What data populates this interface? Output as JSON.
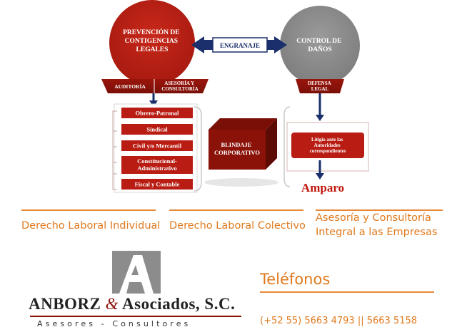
{
  "diagram": {
    "left_circle": "PREVENCIÓN DE CONTIGENCIAS LEGALES",
    "right_circle": "CONTROL DE DAÑOS",
    "link_label": "ENGRANAJE",
    "left_tabs": [
      "AUDITORÍA",
      "ASESORÍA Y CONSULTORÍA"
    ],
    "right_tab": "DEFENSA LEGAL",
    "branches": [
      "Obrero-Patronal",
      "Sindical",
      "Civil y/o Mercantil",
      "Constitucional-Administrativo",
      "Fiscal y Contable"
    ],
    "center_box": "BLINDAJE CORPORATIVO",
    "litigation_box": "Litigio ante las Autoridades correspondientes",
    "outcome": "Amparo"
  },
  "columns": [
    {
      "title": "Derecho Laboral Individual"
    },
    {
      "title": "Derecho Laboral Colectivo"
    },
    {
      "title_line1": "Asesoría y Consultoría",
      "title_line2": "Integral a las Empresas"
    }
  ],
  "company": {
    "name_part1": "ANBORZ",
    "ampersand": "&",
    "name_part2": "Asociados, S.C.",
    "tagline": "Asesores - Consultores"
  },
  "contact": {
    "heading": "Teléfonos",
    "phones": "(+52 55) 5663 4793 || 5663 5158"
  },
  "colors": {
    "red": "#b81c12",
    "dark_red": "#8a1209",
    "navy": "#1a2f6b",
    "gray": "#8c8c8c",
    "orange": "#e07a1e"
  }
}
